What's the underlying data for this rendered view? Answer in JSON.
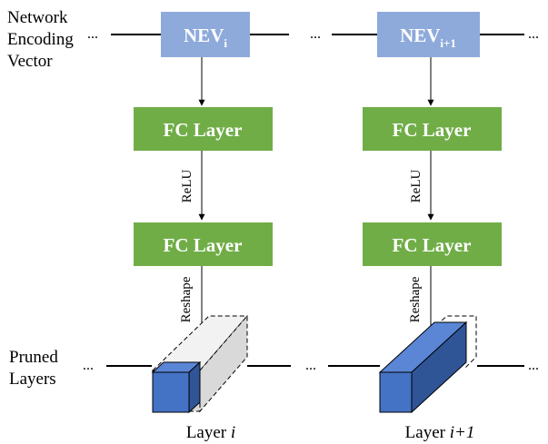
{
  "diagram": {
    "row_labels": {
      "nev": [
        "Network",
        "Encoding",
        "Vector"
      ],
      "pruned": [
        "Pruned",
        "Layers"
      ]
    },
    "ellipsis": "...",
    "columns": [
      {
        "nev_base": "NEV",
        "nev_sub": "i",
        "fc1_label": "FC Layer",
        "relu_label": "ReLU",
        "fc2_label": "FC Layer",
        "reshape_label": "Reshape",
        "layer_caption_prefix": "Layer ",
        "layer_caption_index": "i"
      },
      {
        "nev_base": "NEV",
        "nev_sub": "i+1",
        "fc1_label": "FC Layer",
        "relu_label": "ReLU",
        "fc2_label": "FC Layer",
        "reshape_label": "Reshape",
        "layer_caption_prefix": "Layer ",
        "layer_caption_index": "i+1"
      }
    ],
    "colors": {
      "nev_fill": "#8eaadb",
      "fc_fill": "#70ad47",
      "block_front": "#4472c4",
      "block_top": "#5b86d6",
      "block_side": "#2f5597",
      "ghost_fill": "#d9d9d9",
      "ghost_top": "#f2f2f2",
      "line": "#000000",
      "text_white": "#ffffff"
    }
  }
}
